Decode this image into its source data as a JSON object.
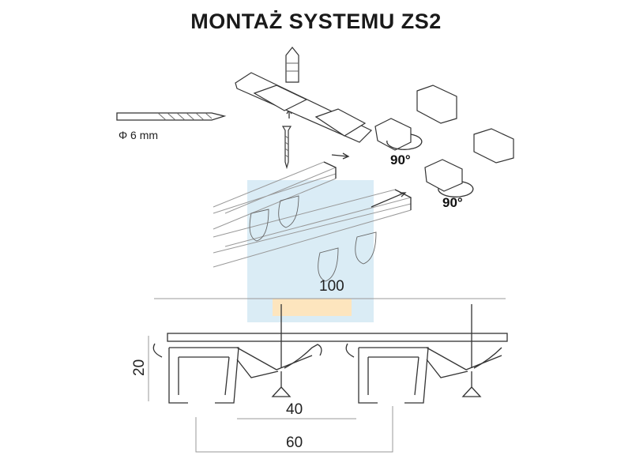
{
  "title": "MONTAŻ SYSTEMU ZS2",
  "drill_label": "Φ 6 mm",
  "rotation_labels": [
    "90°",
    "90°"
  ],
  "dimensions": {
    "spacing": "100",
    "height": "20",
    "inner": "40",
    "outer": "60"
  },
  "watermark_colors": {
    "background": "#d6eaf5",
    "accent": "#fde3b8"
  }
}
